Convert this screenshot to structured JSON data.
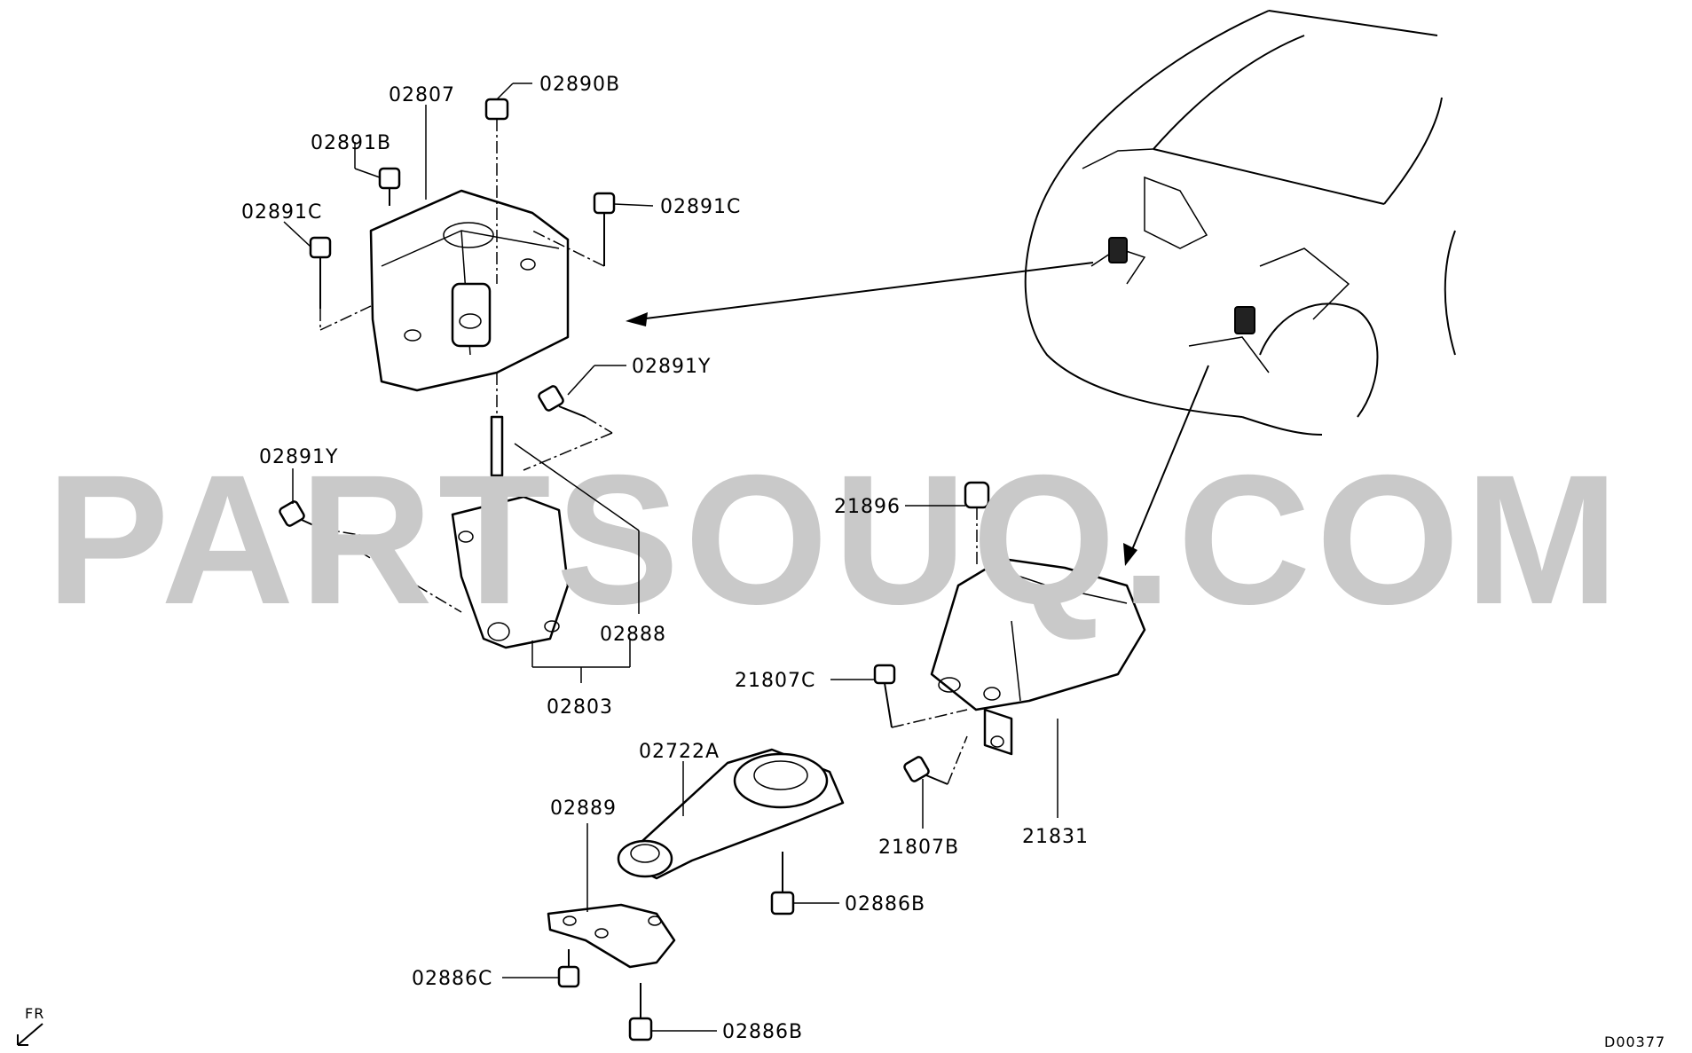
{
  "watermark": "PARTSOUQ.COM",
  "diagram_code": "D00377",
  "direction_label": "FR",
  "callouts": {
    "p02807": "02807",
    "p02890B": "02890B",
    "p02891B": "02891B",
    "p02891C_left": "02891C",
    "p02891C_right": "02891C",
    "p02891Y_top": "02891Y",
    "p02891Y_left": "02891Y",
    "p02888": "02888",
    "p02803": "02803",
    "p21896": "21896",
    "p21807C": "21807C",
    "p21807B": "21807B",
    "p21831": "21831",
    "p02722A": "02722A",
    "p02889": "02889",
    "p02886B_right": "02886B",
    "p02886C": "02886C",
    "p02886B_bottom": "02886B"
  }
}
